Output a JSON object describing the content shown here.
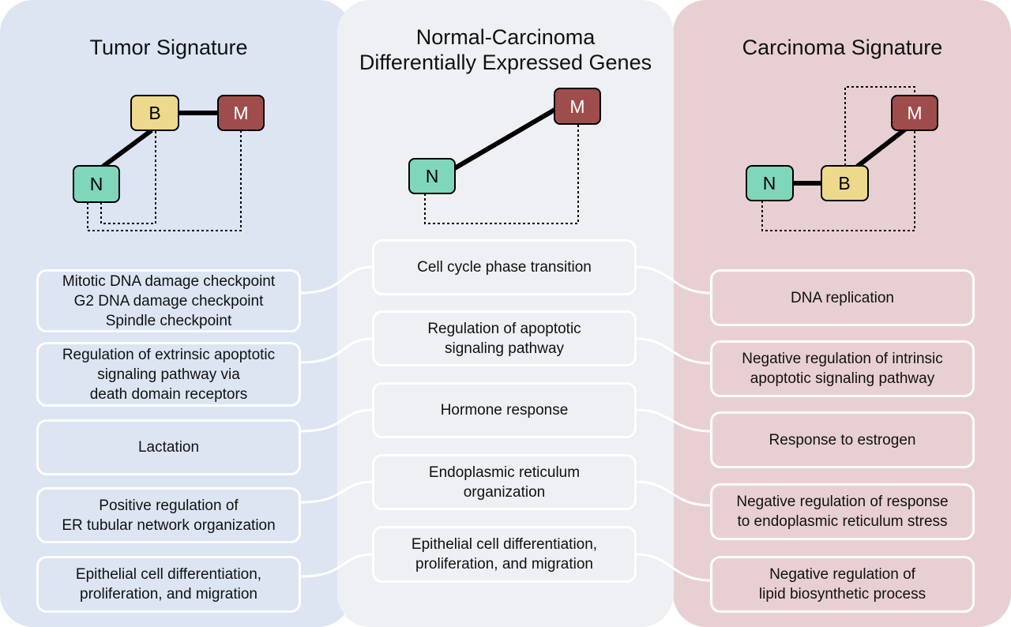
{
  "panels": {
    "left": {
      "title": "Tumor Signature",
      "color": "#dde5f3"
    },
    "middle": {
      "title_lines": [
        "Normal-Carcinoma",
        "Differentially Expressed Genes"
      ],
      "color": "#eef0f3"
    },
    "right": {
      "title": "Carcinoma Signature",
      "color": "#e8d0d2"
    }
  },
  "node_colors": {
    "N": "#7fd6bb",
    "B": "#ecd98b",
    "M": "#9e4d4c"
  },
  "networks": {
    "left": {
      "nodes": {
        "B": "B",
        "M": "M",
        "N": "N"
      }
    },
    "middle": {
      "nodes": {
        "M": "M",
        "N": "N"
      }
    },
    "right": {
      "nodes": {
        "M": "M",
        "N": "N",
        "B": "B"
      }
    }
  },
  "left_terms": [
    {
      "lines": [
        "Mitotic DNA damage checkpoint",
        "G2 DNA damage checkpoint",
        "Spindle checkpoint"
      ]
    },
    {
      "lines": [
        "Regulation of extrinsic apoptotic",
        "signaling pathway via",
        "death domain receptors"
      ]
    },
    {
      "lines": [
        "Lactation"
      ]
    },
    {
      "lines": [
        "Positive regulation of",
        "ER tubular network organization"
      ]
    },
    {
      "lines": [
        "Epithelial cell differentiation,",
        "proliferation, and migration"
      ]
    }
  ],
  "middle_terms": [
    {
      "lines": [
        "Cell cycle phase transition"
      ]
    },
    {
      "lines": [
        "Regulation of apoptotic",
        "signaling pathway"
      ]
    },
    {
      "lines": [
        "Hormone response"
      ]
    },
    {
      "lines": [
        "Endoplasmic reticulum",
        "organization"
      ]
    },
    {
      "lines": [
        "Epithelial cell differentiation,",
        "proliferation, and migration"
      ]
    }
  ],
  "right_terms": [
    {
      "lines": [
        "DNA replication"
      ]
    },
    {
      "lines": [
        "Negative regulation of intrinsic",
        "apoptotic signaling pathway"
      ]
    },
    {
      "lines": [
        "Response to estrogen"
      ]
    },
    {
      "lines": [
        "Negative regulation of response",
        "to endoplasmic reticulum stress"
      ]
    },
    {
      "lines": [
        "Negative regulation of",
        "lipid biosynthetic process"
      ]
    }
  ]
}
